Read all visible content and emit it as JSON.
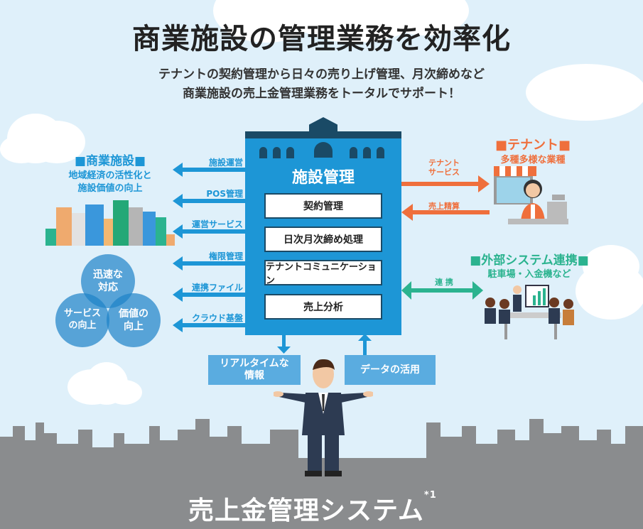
{
  "title": "商業施設の管理業務を効率化",
  "subtitle": [
    "テナントの契約管理から日々の売り上げ管理、月次締めなど",
    "商業施設の売上金管理業務をトータルでサポート！"
  ],
  "center": {
    "heading": "施設管理",
    "boxes": [
      "契約管理",
      "日次月次締め処理",
      "テナントコミュニケーション",
      "売上分析"
    ]
  },
  "left": {
    "heading": "■商業施設■",
    "sub": [
      "地域経済の活性化と",
      "施設価値の向上"
    ],
    "arrows": [
      "施設運営",
      "POS管理",
      "運営サービス",
      "権限管理",
      "連携ファイル",
      "クラウド基盤"
    ],
    "circles": [
      "迅速な\n対応",
      "サービス\nの向上",
      "価値の\n向上"
    ]
  },
  "tenant": {
    "heading": "■テナント■",
    "sub": "多種多様な業種",
    "arrow_out": "テナント\nサービス",
    "arrow_in": "売上精算"
  },
  "external": {
    "heading": "■外部システム連携■",
    "sub": "駐車場・入金機など",
    "arrow": "連 携"
  },
  "bottom": {
    "realtime": "リアルタイムな\n情報",
    "data_use": "データの活用",
    "system_name": "売上金管理システム",
    "footnote": "*1"
  },
  "colors": {
    "blue": "#1d96d6",
    "orange": "#ef6f3c",
    "green": "#2bb38f",
    "gray": "#8a8c8e"
  }
}
